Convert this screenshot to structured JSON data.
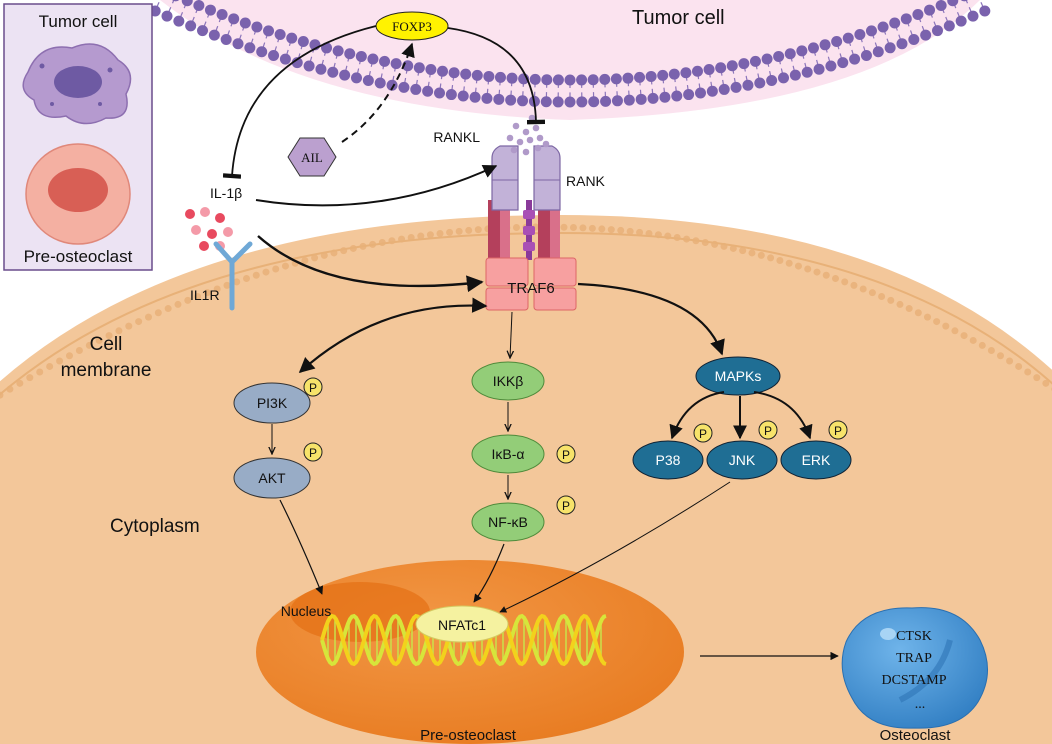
{
  "legend": {
    "tumor_cell": "Tumor cell",
    "pre_osteoclast": "Pre-osteoclast"
  },
  "labels": {
    "tumor_cell_region": "Tumor cell",
    "foxp3": "FOXP3",
    "ail": "AIL",
    "rankl": "RANKL",
    "rank": "RANK",
    "il1b": "IL-1β",
    "il1r": "IL1R",
    "traf6": "TRAF6",
    "cell_membrane_line1": "Cell",
    "cell_membrane_line2": "membrane",
    "cytoplasm": "Cytoplasm",
    "nucleus": "Nucleus",
    "nfatc1": "NFATc1",
    "pre_osteoclast_bottom": "Pre-osteoclast",
    "osteoclast": "Osteoclast",
    "phospho": "P"
  },
  "pathways": {
    "pi3k": "PI3K",
    "akt": "AKT",
    "ikkb": "IKKβ",
    "ikba": "IκB-α",
    "nfkb": "NF-κB",
    "mapks": "MAPKs",
    "p38": "P38",
    "jnk": "JNK",
    "erk": "ERK"
  },
  "osteoclast_genes": [
    "CTSK",
    "TRAP",
    "DCSTAMP",
    "..."
  ],
  "colors": {
    "tumor_cytoplasm": "#fbe3ef",
    "lipid_head": "#7a62ad",
    "cell_fill": "#f3c79a",
    "nucleus": "#ef8a32",
    "pi3k_node": "#98acc6",
    "nfkb_node": "#93cd78",
    "mapk_node": "#1f6e94",
    "traf6": "#f7a0a0",
    "foxp3": "#fff200",
    "ail": "#bba0cf",
    "osteoclast": "#4c9bd9"
  }
}
